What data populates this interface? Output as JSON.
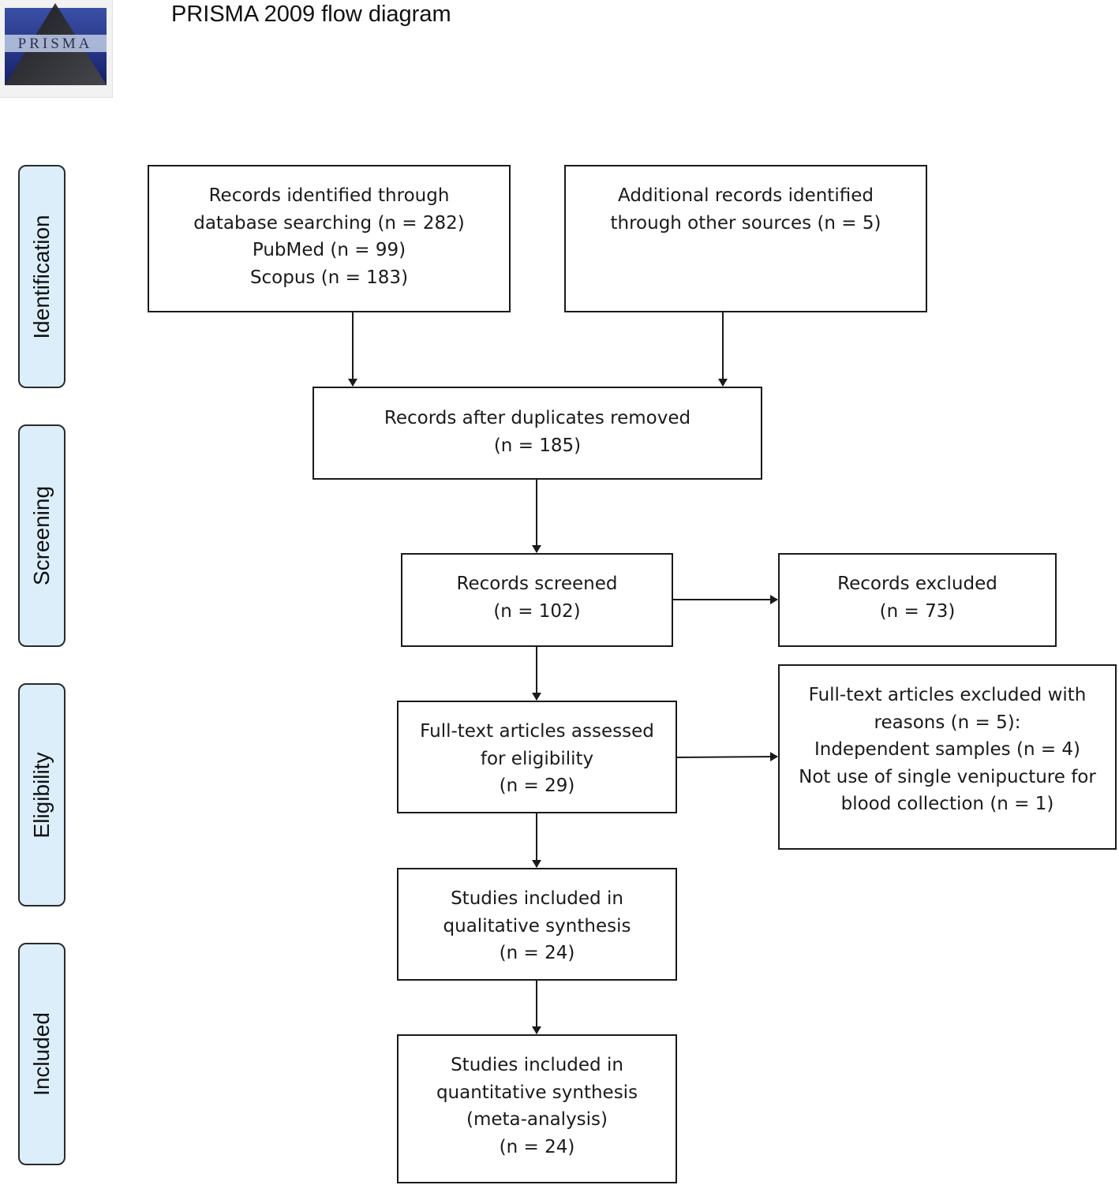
{
  "logo": {
    "text": "PRISMA"
  },
  "title": "PRISMA 2009 flow diagram",
  "stages": [
    "Identification",
    "Screening",
    "Eligibility",
    "Included"
  ],
  "boxes": {
    "database": [
      "Records identified through",
      "database searching (n = 282)",
      "PubMed (n = 99)",
      "Scopus (n = 183)"
    ],
    "other_sources": [
      "Additional records identified",
      "through other sources (n = 5)"
    ],
    "duplicates_removed": [
      "Records after duplicates removed",
      "(n = 185)"
    ],
    "screened": [
      "Records screened",
      "(n = 102)"
    ],
    "excluded": [
      "Records excluded",
      "(n = 73)"
    ],
    "fulltext_assessed": [
      "Full-text articles assessed",
      "for eligibility",
      "(n = 29)"
    ],
    "fulltext_excluded": [
      "Full-text articles excluded with",
      "reasons (n = 5):",
      "Independent samples (n = 4)",
      "Not use of single venipucture for",
      "blood collection (n = 1)"
    ],
    "qualitative": [
      "Studies included in",
      "qualitative synthesis",
      "(n = 24)"
    ],
    "quantitative": [
      "Studies included in",
      "quantitative synthesis",
      "(meta-analysis)",
      "(n = 24)"
    ]
  }
}
